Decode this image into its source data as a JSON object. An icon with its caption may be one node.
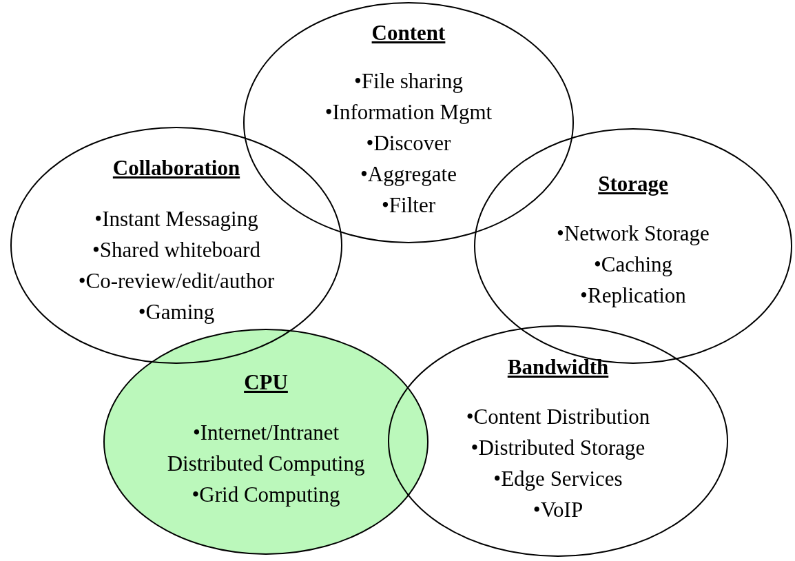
{
  "diagram": {
    "nodes": [
      {
        "text": [
          "Content",
          "•File sharing",
          "•Information Mgmt",
          "•Discover",
          "•Aggregate",
          "•Filter"
        ]
      },
      {
        "text": [
          "Collaboration",
          "•Instant Messaging",
          "•Shared whiteboard",
          "•Co-review/edit/author",
          "•Gaming"
        ]
      },
      {
        "text": [
          "Storage",
          "•Network Storage",
          "•Caching",
          "•Replication"
        ]
      },
      {
        "text": [
          "CPU",
          "•Internet/Intranet Distributed Computing",
          "•Grid Computing"
        ]
      },
      {
        "text": [
          "Bandwidth",
          "•Content Distribution",
          "•Distributed Storage",
          "•Edge Services",
          "•VoIP"
        ]
      }
    ]
  }
}
